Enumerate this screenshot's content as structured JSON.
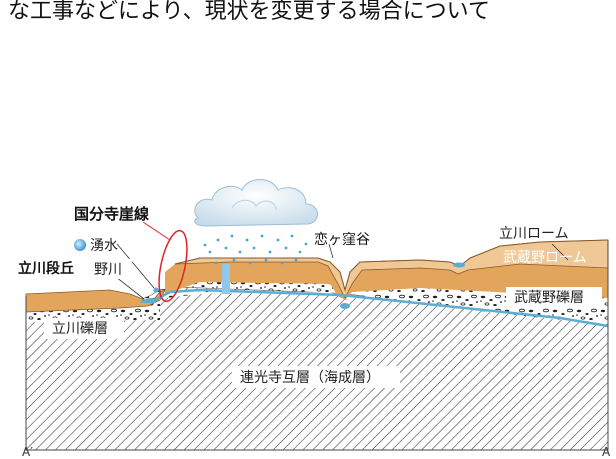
{
  "top_text": "な工事などにより、現状を変更する場合について",
  "labels": {
    "kokubunji_gaisen": "国分寺崖線",
    "yusui": "湧水",
    "tachikawa_dankyu": "立川段丘",
    "nogawa": "野川",
    "koigakubo": "恋ヶ窪谷",
    "tachikawa_loam": "立川ローム",
    "musashino_loam": "武蔵野ローム",
    "musashino_reki": "武蔵野礫層",
    "tachikawa_reki": "立川礫層",
    "renkoji": "連光寺互層（海成層）",
    "a_prime": "A′",
    "a": "A"
  },
  "colors": {
    "loam": "#e3a45c",
    "loam_light": "#f0bf82",
    "water": "#5aaed6",
    "red_line": "#d9242b",
    "rain": "#49a3db"
  }
}
